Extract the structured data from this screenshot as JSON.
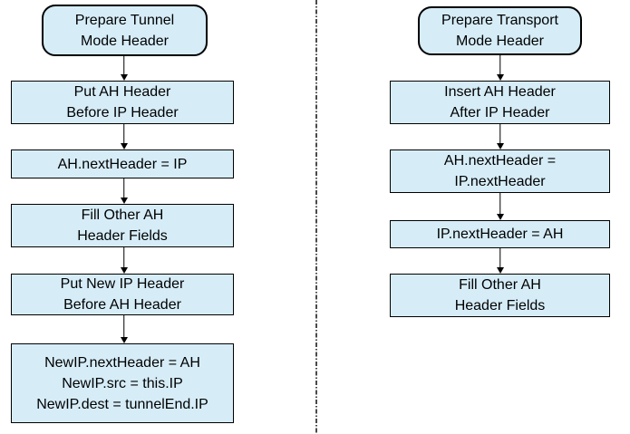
{
  "colors": {
    "node_fill": "#d6edf8",
    "node_border": "#000000",
    "arrow": "#000000",
    "divider": "#4a4a4a",
    "background": "#ffffff"
  },
  "tunnel_flow": {
    "nodes": [
      {
        "shape": "terminator",
        "label": "Prepare Tunnel\nMode Header"
      },
      {
        "shape": "process",
        "label": "Put AH Header\nBefore IP Header"
      },
      {
        "shape": "process",
        "label": "AH.nextHeader = IP"
      },
      {
        "shape": "process",
        "label": "Fill Other AH\nHeader Fields"
      },
      {
        "shape": "process",
        "label": "Put New IP Header\nBefore AH Header"
      },
      {
        "shape": "process",
        "label": "NewIP.nextHeader = AH\nNewIP.src = this.IP\nNewIP.dest = tunnelEnd.IP"
      }
    ]
  },
  "transport_flow": {
    "nodes": [
      {
        "shape": "terminator",
        "label": "Prepare Transport\nMode Header"
      },
      {
        "shape": "process",
        "label": "Insert AH Header\nAfter IP Header"
      },
      {
        "shape": "process",
        "label": "AH.nextHeader =\nIP.nextHeader"
      },
      {
        "shape": "process",
        "label": "IP.nextHeader = AH"
      },
      {
        "shape": "process",
        "label": "Fill Other AH\nHeader Fields"
      }
    ]
  }
}
